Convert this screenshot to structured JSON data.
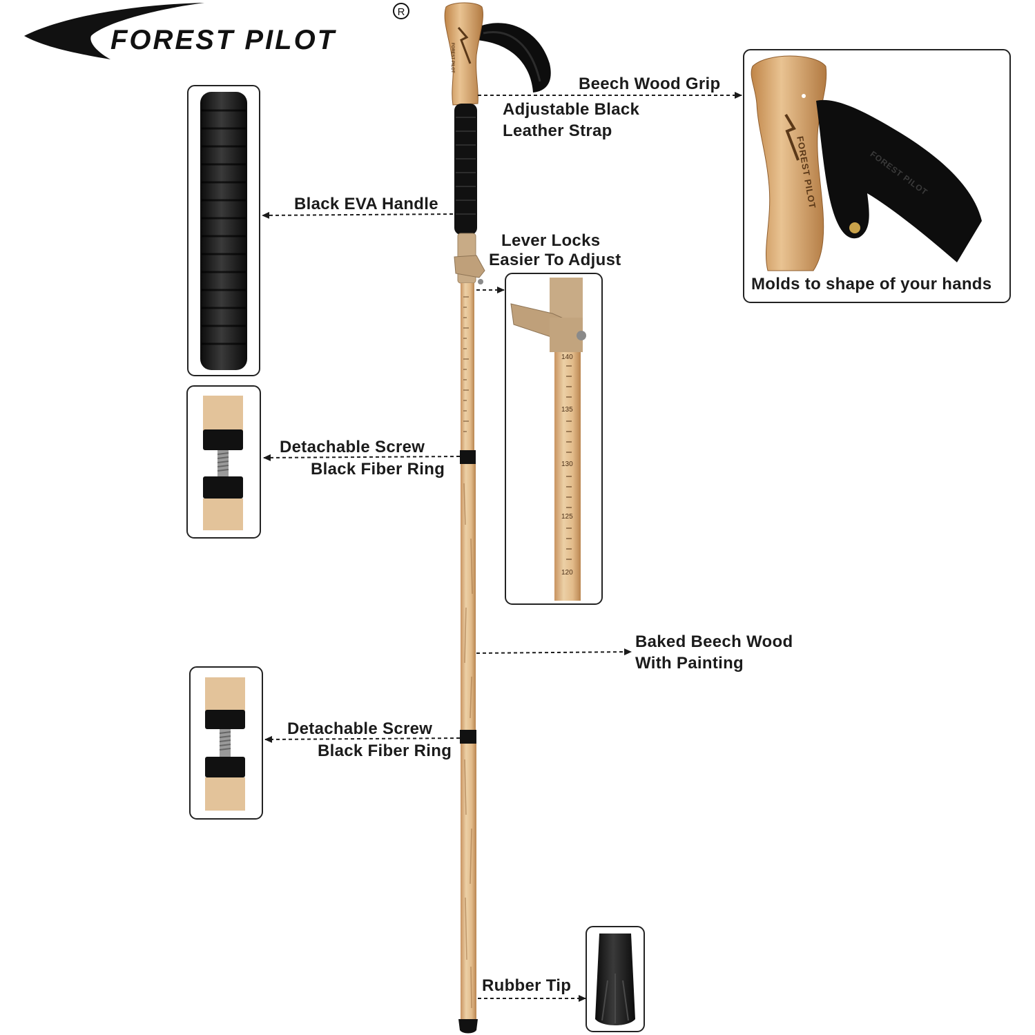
{
  "brand": {
    "name": "FOREST PILOT",
    "registered_mark": "R"
  },
  "labels": {
    "beech_wood_grip": "Beech Wood Grip",
    "strap_line1": "Adjustable Black",
    "strap_line2": "Leather Strap",
    "eva_handle": "Black EVA Handle",
    "lever_line1": "Lever Locks",
    "lever_line2": "Easier To Adjust",
    "screw1_line1": "Detachable Screw",
    "screw1_line2": "Black Fiber Ring",
    "baked_line1": "Baked Beech Wood",
    "baked_line2": "With Painting",
    "screw2_line1": "Detachable Screw",
    "screw2_line2": "Black Fiber Ring",
    "rubber_tip": "Rubber Tip",
    "molds_caption": "Molds to shape of your hands"
  },
  "grip_brand_text": "FOREST PILOT",
  "scale_marks": [
    "140",
    "135",
    "130",
    "125",
    "120"
  ],
  "colors": {
    "wood_light": "#e8c9a0",
    "wood_mid": "#d9ad78",
    "wood_dark": "#b98550",
    "black": "#111111",
    "lever_tan": "#c8ab86",
    "frame": "#222222"
  }
}
